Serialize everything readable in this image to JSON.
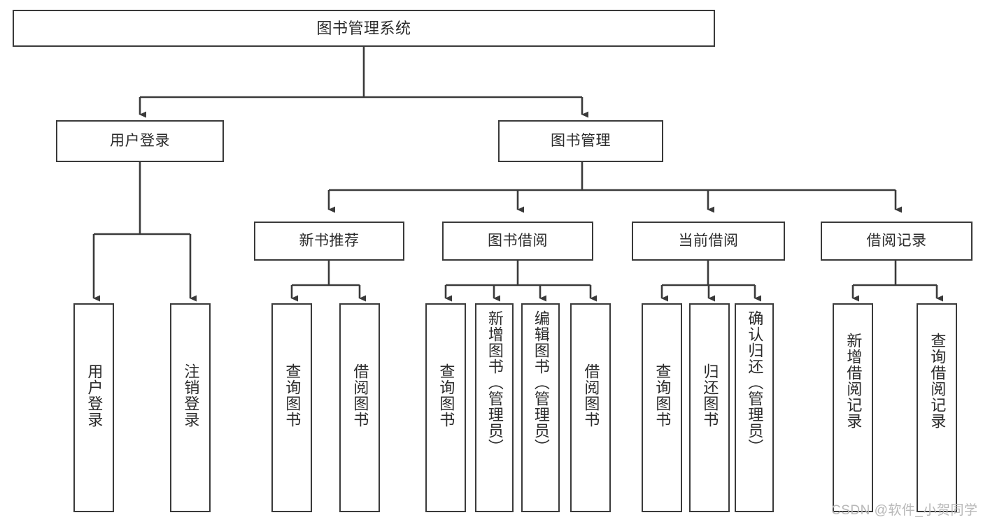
{
  "diagram": {
    "title": "图书管理系统",
    "type": "hierarchy-tree",
    "stroke_color": "#3a3a3a",
    "text_color": "#2b2b2b",
    "background": "#ffffff"
  },
  "nodes": {
    "root": {
      "label": "图书管理系统"
    },
    "level2": [
      {
        "label": "用户登录"
      },
      {
        "label": "图书管理"
      }
    ],
    "level3": [
      {
        "label": "新书推荐"
      },
      {
        "label": "图书借阅"
      },
      {
        "label": "当前借阅"
      },
      {
        "label": "借阅记录"
      }
    ],
    "leaves_user_login": [
      {
        "label": "用户登录"
      },
      {
        "label": "注销登录"
      }
    ],
    "leaves_new_book": [
      {
        "label": "查询图书"
      },
      {
        "label": "借阅图书"
      }
    ],
    "leaves_borrow": [
      {
        "label": "查询图书"
      },
      {
        "label": "新增图书（管理员）"
      },
      {
        "label": "编辑图书（管理员）"
      },
      {
        "label": "借阅图书"
      }
    ],
    "leaves_current": [
      {
        "label": "查询图书"
      },
      {
        "label": "归还图书"
      },
      {
        "label": "确认归还（管理员）"
      }
    ],
    "leaves_record": [
      {
        "label": "新增借阅记录"
      },
      {
        "label": "查询借阅记录"
      }
    ]
  },
  "watermark": {
    "text": "CSDN @软件_小贺同学",
    "color": "#b8b8b8"
  }
}
